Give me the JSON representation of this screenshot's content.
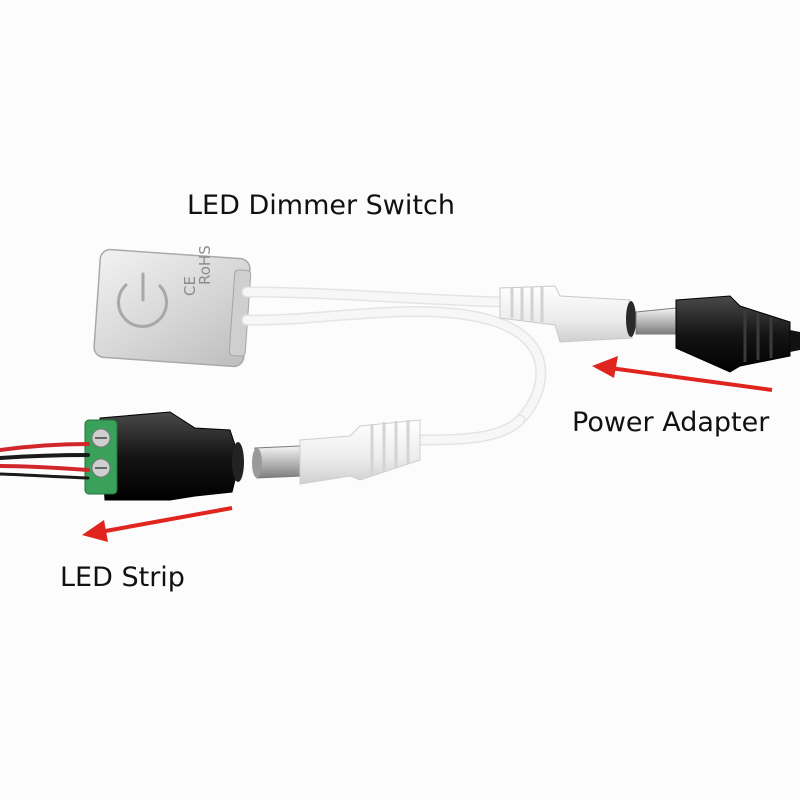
{
  "labels": {
    "dimmer_switch": "LED Dimmer Switch",
    "power_adapter": "Power Adapter",
    "led_strip": "LED Strip"
  },
  "markings": {
    "ce": "CE",
    "rohs": "RoHS"
  },
  "colors": {
    "background": "#fcfcfc",
    "arrow": "#e0241e",
    "switch_body": "#d9d9d9",
    "cable_white": "#f3f3f3",
    "cable_black": "#1a1a1a",
    "terminal_green": "#3aa15a",
    "wire_red": "#d1262a"
  },
  "icons": [
    "power-touch-icon",
    "arrow-left-icon"
  ]
}
